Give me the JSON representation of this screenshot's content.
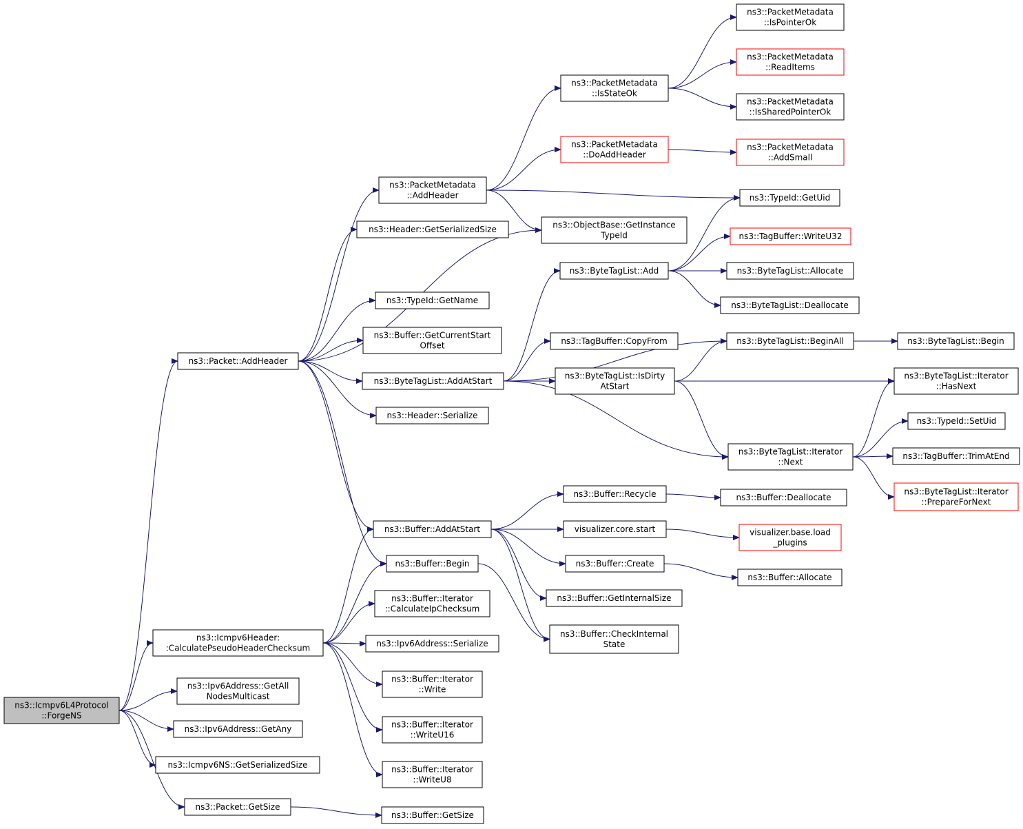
{
  "colors": {
    "edge": "#191970",
    "node_border": "#000000",
    "truncated_border": "#ff0000",
    "root_fill": "#bfbfbf",
    "background": "#ffffff"
  },
  "nodes": [
    {
      "id": "forgens",
      "lines": [
        "ns3::Icmpv6L4Protocol",
        "::ForgeNS"
      ],
      "root": true
    },
    {
      "id": "packet_addheader",
      "lines": [
        "ns3::Packet::AddHeader"
      ]
    },
    {
      "id": "calcpseudo",
      "lines": [
        "ns3::Icmpv6Header:",
        ":CalculatePseudoHeaderChecksum"
      ]
    },
    {
      "id": "getallnodes",
      "lines": [
        "ns3::Ipv6Address::GetAll",
        "NodesMulticast"
      ]
    },
    {
      "id": "getany",
      "lines": [
        "ns3::Ipv6Address::GetAny"
      ]
    },
    {
      "id": "icmpns_getsersize",
      "lines": [
        "ns3::Icmpv6NS::GetSerializedSize"
      ]
    },
    {
      "id": "packet_getsize",
      "lines": [
        "ns3::Packet::GetSize"
      ]
    },
    {
      "id": "pm_addheader",
      "lines": [
        "ns3::PacketMetadata",
        "::AddHeader"
      ]
    },
    {
      "id": "header_getsersize",
      "lines": [
        "ns3::Header::GetSerializedSize"
      ]
    },
    {
      "id": "typeid_getname",
      "lines": [
        "ns3::TypeId::GetName"
      ]
    },
    {
      "id": "buf_getcurrentstart",
      "lines": [
        "ns3::Buffer::GetCurrentStart",
        "Offset"
      ]
    },
    {
      "id": "btl_addatstart",
      "lines": [
        "ns3::ByteTagList::AddAtStart"
      ]
    },
    {
      "id": "header_serialize",
      "lines": [
        "ns3::Header::Serialize"
      ]
    },
    {
      "id": "buf_addatstart",
      "lines": [
        "ns3::Buffer::AddAtStart"
      ]
    },
    {
      "id": "buf_begin",
      "lines": [
        "ns3::Buffer::Begin"
      ]
    },
    {
      "id": "bi_calcip",
      "lines": [
        "ns3::Buffer::Iterator",
        "::CalculateIpChecksum"
      ]
    },
    {
      "id": "ipv6_serialize",
      "lines": [
        "ns3::Ipv6Address::Serialize"
      ]
    },
    {
      "id": "bi_write",
      "lines": [
        "ns3::Buffer::Iterator",
        "::Write"
      ]
    },
    {
      "id": "bi_writeu16",
      "lines": [
        "ns3::Buffer::Iterator",
        "::WriteU16"
      ]
    },
    {
      "id": "bi_writeu8",
      "lines": [
        "ns3::Buffer::Iterator",
        "::WriteU8"
      ]
    },
    {
      "id": "buf_getsize",
      "lines": [
        "ns3::Buffer::GetSize"
      ]
    },
    {
      "id": "pm_isstateok",
      "lines": [
        "ns3::PacketMetadata",
        "::IsStateOk"
      ]
    },
    {
      "id": "pm_doaddheader",
      "lines": [
        "ns3::PacketMetadata",
        "::DoAddHeader"
      ],
      "red": true
    },
    {
      "id": "ob_getinstance",
      "lines": [
        "ns3::ObjectBase::GetInstance",
        "TypeId"
      ]
    },
    {
      "id": "btl_add",
      "lines": [
        "ns3::ByteTagList::Add"
      ]
    },
    {
      "id": "tb_copyfrom",
      "lines": [
        "ns3::TagBuffer::CopyFrom"
      ]
    },
    {
      "id": "btl_isdirty",
      "lines": [
        "ns3::ByteTagList::IsDirty",
        "AtStart"
      ]
    },
    {
      "id": "buf_recycle",
      "lines": [
        "ns3::Buffer::Recycle"
      ]
    },
    {
      "id": "vis_core_start",
      "lines": [
        "visualizer.core.start"
      ]
    },
    {
      "id": "buf_create",
      "lines": [
        "ns3::Buffer::Create"
      ]
    },
    {
      "id": "buf_getinternalsize",
      "lines": [
        "ns3::Buffer::GetInternalSize"
      ]
    },
    {
      "id": "buf_checkinternal",
      "lines": [
        "ns3::Buffer::CheckInternal",
        "State"
      ]
    },
    {
      "id": "pm_ispointerok",
      "lines": [
        "ns3::PacketMetadata",
        "::IsPointerOk"
      ]
    },
    {
      "id": "pm_readitems",
      "lines": [
        "ns3::PacketMetadata",
        "::ReadItems"
      ],
      "red": true
    },
    {
      "id": "pm_issharedpointerok",
      "lines": [
        "ns3::PacketMetadata",
        "::IsSharedPointerOk"
      ]
    },
    {
      "id": "pm_addsmall",
      "lines": [
        "ns3::PacketMetadata",
        "::AddSmall"
      ],
      "red": true
    },
    {
      "id": "typeid_getuid",
      "lines": [
        "ns3::TypeId::GetUid"
      ]
    },
    {
      "id": "tb_writeu32",
      "lines": [
        "ns3::TagBuffer::WriteU32"
      ],
      "red": true
    },
    {
      "id": "btl_allocate",
      "lines": [
        "ns3::ByteTagList::Allocate"
      ]
    },
    {
      "id": "btl_deallocate",
      "lines": [
        "ns3::ByteTagList::Deallocate"
      ]
    },
    {
      "id": "btl_beginall",
      "lines": [
        "ns3::ByteTagList::BeginAll"
      ]
    },
    {
      "id": "btli_next",
      "lines": [
        "ns3::ByteTagList::Iterator",
        "::Next"
      ]
    },
    {
      "id": "buf_deallocate",
      "lines": [
        "ns3::Buffer::Deallocate"
      ]
    },
    {
      "id": "vis_base_load",
      "lines": [
        "visualizer.base.load",
        "_plugins"
      ],
      "red": true
    },
    {
      "id": "buf_allocate",
      "lines": [
        "ns3::Buffer::Allocate"
      ]
    },
    {
      "id": "btl_begin",
      "lines": [
        "ns3::ByteTagList::Begin"
      ]
    },
    {
      "id": "btli_hasnext",
      "lines": [
        "ns3::ByteTagList::Iterator",
        "::HasNext"
      ]
    },
    {
      "id": "typeid_setuid",
      "lines": [
        "ns3::TypeId::SetUid"
      ]
    },
    {
      "id": "tb_trimatend",
      "lines": [
        "ns3::TagBuffer::TrimAtEnd"
      ]
    },
    {
      "id": "btli_prepare",
      "lines": [
        "ns3::ByteTagList::Iterator",
        "::PrepareForNext"
      ],
      "red": true
    }
  ],
  "edges": [
    [
      "forgens",
      "packet_addheader"
    ],
    [
      "forgens",
      "calcpseudo"
    ],
    [
      "forgens",
      "getallnodes"
    ],
    [
      "forgens",
      "getany"
    ],
    [
      "forgens",
      "icmpns_getsersize"
    ],
    [
      "forgens",
      "packet_getsize"
    ],
    [
      "packet_addheader",
      "pm_addheader"
    ],
    [
      "packet_addheader",
      "header_getsersize"
    ],
    [
      "packet_addheader",
      "ob_getinstance"
    ],
    [
      "packet_addheader",
      "typeid_getname"
    ],
    [
      "packet_addheader",
      "buf_getcurrentstart"
    ],
    [
      "packet_addheader",
      "btl_addatstart"
    ],
    [
      "packet_addheader",
      "header_serialize"
    ],
    [
      "packet_addheader",
      "buf_addatstart"
    ],
    [
      "packet_addheader",
      "buf_begin"
    ],
    [
      "calcpseudo",
      "buf_addatstart"
    ],
    [
      "calcpseudo",
      "buf_begin"
    ],
    [
      "calcpseudo",
      "bi_calcip"
    ],
    [
      "calcpseudo",
      "ipv6_serialize"
    ],
    [
      "calcpseudo",
      "bi_write"
    ],
    [
      "calcpseudo",
      "bi_writeu16"
    ],
    [
      "calcpseudo",
      "bi_writeu8"
    ],
    [
      "packet_getsize",
      "buf_getsize"
    ],
    [
      "pm_addheader",
      "pm_isstateok"
    ],
    [
      "pm_addheader",
      "pm_doaddheader"
    ],
    [
      "pm_addheader",
      "typeid_getuid"
    ],
    [
      "pm_addheader",
      "ob_getinstance"
    ],
    [
      "pm_isstateok",
      "pm_ispointerok"
    ],
    [
      "pm_isstateok",
      "pm_readitems"
    ],
    [
      "pm_isstateok",
      "pm_issharedpointerok"
    ],
    [
      "pm_doaddheader",
      "pm_addsmall"
    ],
    [
      "btl_addatstart",
      "btl_add"
    ],
    [
      "btl_addatstart",
      "tb_copyfrom"
    ],
    [
      "btl_addatstart",
      "btl_isdirty"
    ],
    [
      "btl_addatstart",
      "btl_beginall"
    ],
    [
      "btl_addatstart",
      "btli_hasnext"
    ],
    [
      "btl_addatstart",
      "btli_next"
    ],
    [
      "btl_add",
      "typeid_getuid"
    ],
    [
      "btl_add",
      "tb_writeu32"
    ],
    [
      "btl_add",
      "btl_allocate"
    ],
    [
      "btl_add",
      "btl_deallocate"
    ],
    [
      "btl_isdirty",
      "btl_beginall"
    ],
    [
      "btl_isdirty",
      "btli_hasnext"
    ],
    [
      "btl_isdirty",
      "btli_next"
    ],
    [
      "btl_beginall",
      "btl_begin"
    ],
    [
      "btli_next",
      "btli_hasnext"
    ],
    [
      "btli_next",
      "typeid_setuid"
    ],
    [
      "btli_next",
      "tb_trimatend"
    ],
    [
      "btli_next",
      "btli_prepare"
    ],
    [
      "buf_addatstart",
      "buf_recycle"
    ],
    [
      "buf_addatstart",
      "vis_core_start"
    ],
    [
      "buf_addatstart",
      "buf_create"
    ],
    [
      "buf_addatstart",
      "buf_getinternalsize"
    ],
    [
      "buf_addatstart",
      "buf_checkinternal"
    ],
    [
      "buf_begin",
      "buf_checkinternal"
    ],
    [
      "buf_recycle",
      "buf_deallocate"
    ],
    [
      "vis_core_start",
      "vis_base_load"
    ],
    [
      "buf_create",
      "buf_allocate"
    ]
  ]
}
